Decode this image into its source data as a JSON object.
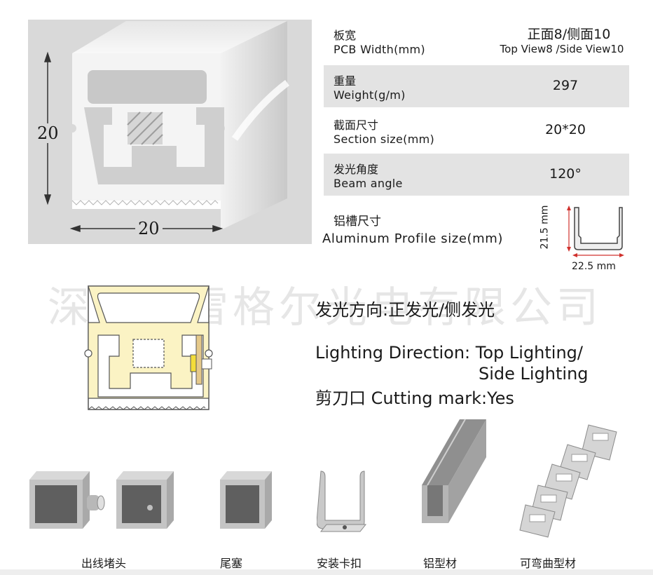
{
  "render": {
    "dim_height": "20",
    "dim_width": "20"
  },
  "specs": [
    {
      "cn": "板宽",
      "en": "PCB Width(mm)",
      "value": "正面8/侧面10",
      "value_en": "Top View8 /Side View10"
    },
    {
      "cn": "重量",
      "en": "Weight(g/m)",
      "value": "297"
    },
    {
      "cn": "截面尺寸",
      "en": "Section size(mm)",
      "value": "20*20"
    },
    {
      "cn": "发光角度",
      "en": "Beam angle",
      "value": "120°"
    }
  ],
  "profile": {
    "cn": "铝槽尺寸",
    "en": "Aluminum Profile size(mm)",
    "height_label": "21.5 mm",
    "width_label": "22.5 mm"
  },
  "watermark": "深圳市雷格尔光电有限公司",
  "lighting": {
    "cn_line": "发光方向:正发光/侧发光",
    "en_line1": "Lighting Direction: Top Lighting/",
    "en_line2": "Side Lighting",
    "cutting": "剪刀口 Cutting mark:Yes"
  },
  "accessories": [
    {
      "label": "出线堵头"
    },
    {
      "label": "尾塞"
    },
    {
      "label": "安装卡扣"
    },
    {
      "label": "铝型材"
    },
    {
      "label": "可弯曲型材"
    }
  ],
  "colors": {
    "render_bg": "#d9d9d9",
    "row_shade": "#e3e3e3",
    "profile_dim_red": "#d0312d",
    "glow_fill": "#fbf3c4"
  }
}
